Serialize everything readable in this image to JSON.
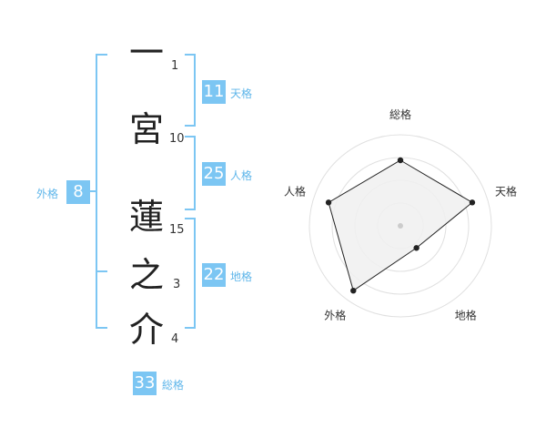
{
  "name": {
    "chars": [
      {
        "char": "一",
        "strokes": "1"
      },
      {
        "char": "宮",
        "strokes": "10"
      },
      {
        "char": "蓮",
        "strokes": "15"
      },
      {
        "char": "之",
        "strokes": "3"
      },
      {
        "char": "介",
        "strokes": "4"
      }
    ]
  },
  "kakusu": {
    "tenkaku": {
      "value": "11",
      "label": "天格"
    },
    "jinkaku": {
      "value": "25",
      "label": "人格"
    },
    "chikaku": {
      "value": "22",
      "label": "地格"
    },
    "gaikaku": {
      "value": "8",
      "label": "外格"
    },
    "soukaku": {
      "value": "33",
      "label": "総格"
    }
  },
  "colors": {
    "accent": "#7cc6f3",
    "bracket": "#7cc6f3",
    "ring": "#e0e0e0",
    "fill": "#f0f0f0",
    "polygon": "#222222"
  },
  "chart_data": {
    "type": "radar",
    "axes": [
      "総格",
      "天格",
      "地格",
      "外格",
      "人格"
    ],
    "values": [
      0.72,
      0.83,
      0.3,
      0.88,
      0.83
    ],
    "range": [
      0,
      1
    ],
    "rings": 4
  }
}
